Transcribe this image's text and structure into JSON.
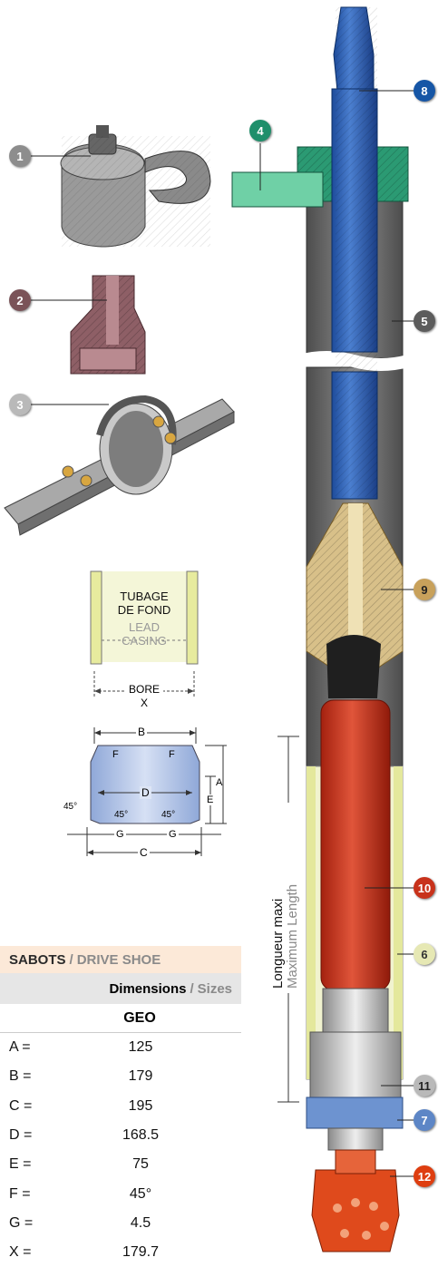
{
  "callouts": [
    "1",
    "2",
    "3",
    "4",
    "5",
    "6",
    "7",
    "8",
    "9",
    "10",
    "11",
    "12"
  ],
  "colors": {
    "c1": "#8d8d8d",
    "c2": "#7a5358",
    "c3": "#b9b9b9",
    "c4": "#1f8f6b",
    "c5": "#5c5c5c",
    "c6": "#e6e8b4",
    "c7": "#5d86c6",
    "c8": "#1656a6",
    "c9": "#c8a15b",
    "c10": "#c8321b",
    "c11": "#b9b9b9",
    "c12": "#de3e10"
  },
  "casing_labels": {
    "fr_line1": "TUBAGE",
    "fr_line2": "DE FOND",
    "en_line1": "LEAD",
    "en_line2": "CASING",
    "bore": "BORE",
    "x": "X"
  },
  "shoe_labels": {
    "b": "B",
    "d": "D",
    "c": "C",
    "a": "A",
    "e": "E",
    "f1": "F",
    "f2": "F",
    "g1": "G",
    "g2": "G",
    "angle_outer": "45°",
    "angle_l": "45°",
    "angle_r": "45°"
  },
  "length_label": {
    "fr": "Longueur maxi",
    "en": "Maximum Length"
  },
  "table": {
    "title": "SABOTS",
    "title_sep": "/",
    "title_en": "DRIVE SHOE",
    "dims": "Dimensions",
    "dims_sep": "/",
    "dims_en": "Sizes",
    "col": "GEO",
    "rows": [
      {
        "k": "A =",
        "v": "125"
      },
      {
        "k": "B =",
        "v": "179"
      },
      {
        "k": "C =",
        "v": "195"
      },
      {
        "k": "D =",
        "v": "168.5"
      },
      {
        "k": "E =",
        "v": "75"
      },
      {
        "k": "F =",
        "v": "45°"
      },
      {
        "k": "G =",
        "v": "4.5"
      },
      {
        "k": "X =",
        "v": "179.7"
      }
    ]
  }
}
